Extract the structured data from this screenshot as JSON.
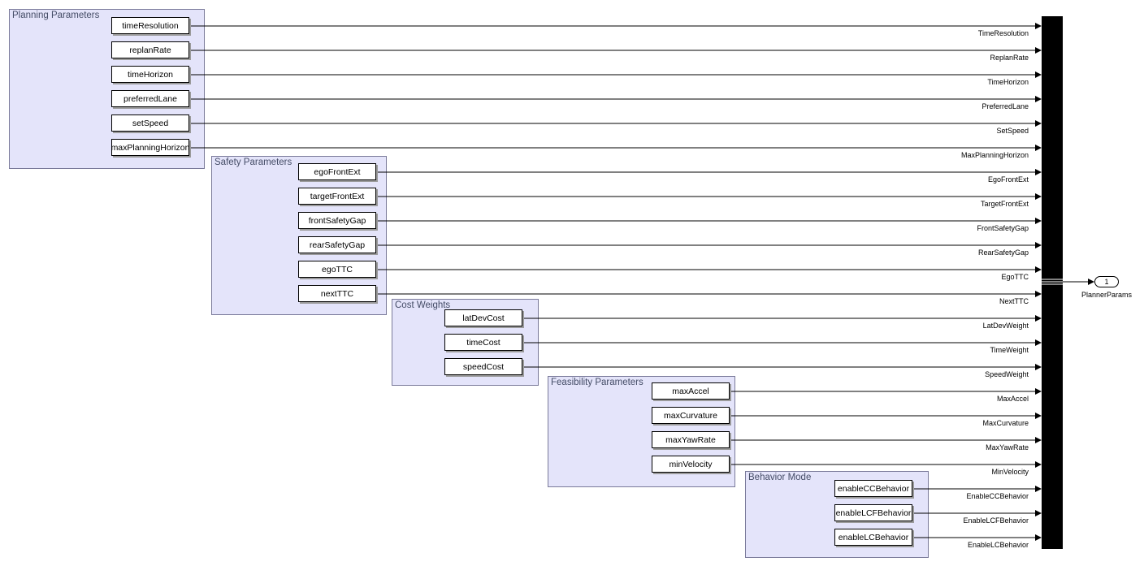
{
  "areas": [
    {
      "title": "Planning Parameters",
      "blocks": [
        "timeResolution",
        "replanRate",
        "timeHorizon",
        "preferredLane",
        "setSpeed",
        "maxPlanningHorizon"
      ]
    },
    {
      "title": "Safety Parameters",
      "blocks": [
        "egoFrontExt",
        "targetFrontExt",
        "frontSafetyGap",
        "rearSafetyGap",
        "egoTTC",
        "nextTTC"
      ]
    },
    {
      "title": "Cost Weights",
      "blocks": [
        "latDevCost",
        "timeCost",
        "speedCost"
      ]
    },
    {
      "title": "Feasibility Parameters",
      "blocks": [
        "maxAccel",
        "maxCurvature",
        "maxYawRate",
        "minVelocity"
      ]
    },
    {
      "title": "Behavior Mode",
      "blocks": [
        "enableCCBehavior",
        "enableLCFBehavior",
        "enableLCBehavior"
      ]
    }
  ],
  "signals": [
    "TimeResolution",
    "ReplanRate",
    "TimeHorizon",
    "PreferredLane",
    "SetSpeed",
    "MaxPlanningHorizon",
    "EgoFrontExt",
    "TargetFrontExt",
    "FrontSafetyGap",
    "RearSafetyGap",
    "EgoTTC",
    "NextTTC",
    "LatDevWeight",
    "TimeWeight",
    "SpeedWeight",
    "MaxAccel",
    "MaxCurvature",
    "MaxYawRate",
    "MinVelocity",
    "EnableCCBehavior",
    "EnableLCFBehavior",
    "EnableLCBehavior"
  ],
  "outport": {
    "number": "1",
    "label": "PlannerParams"
  }
}
